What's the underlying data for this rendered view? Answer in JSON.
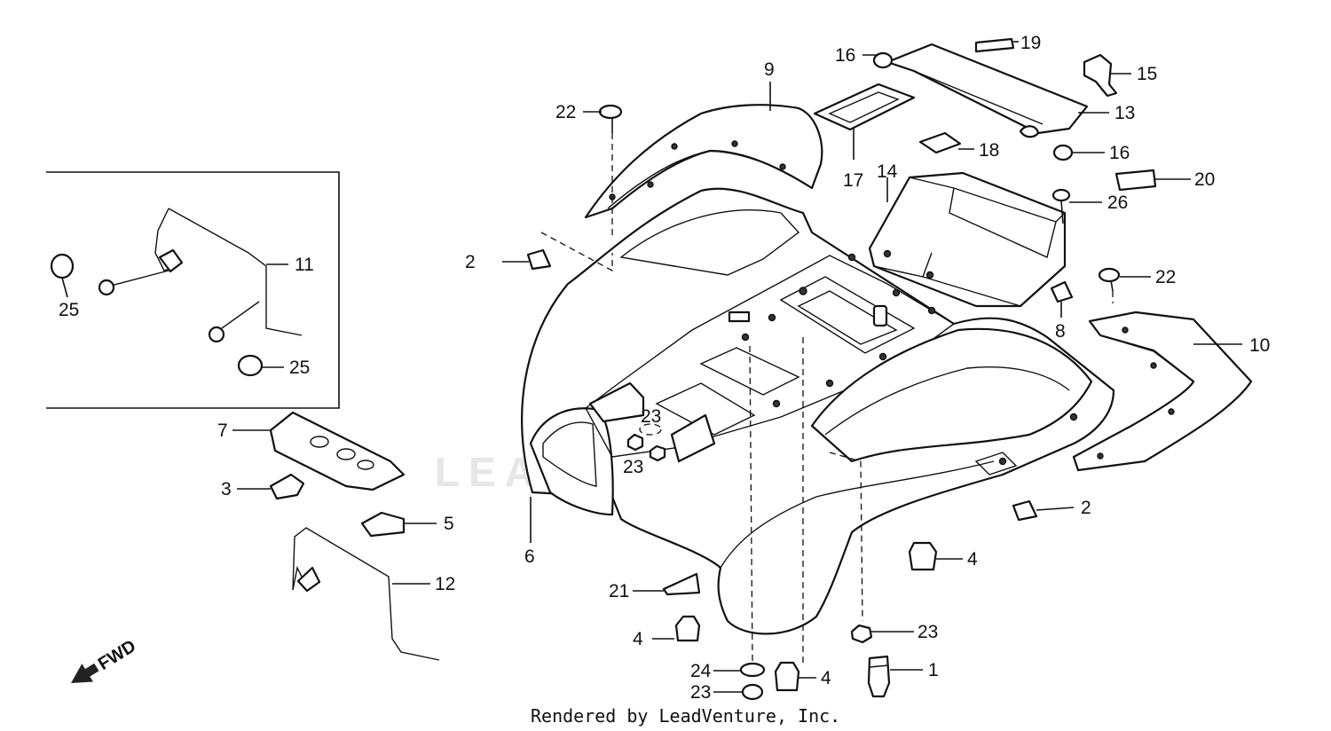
{
  "watermark": "LEADVENTURE",
  "footer": "Rendered by LeadVenture, Inc.",
  "fwd_label": "FWD",
  "callouts": [
    {
      "id": "c1",
      "text": "1"
    },
    {
      "id": "c2a",
      "text": "2"
    },
    {
      "id": "c2b",
      "text": "2"
    },
    {
      "id": "c3",
      "text": "3"
    },
    {
      "id": "c4a",
      "text": "4"
    },
    {
      "id": "c4b",
      "text": "4"
    },
    {
      "id": "c4c",
      "text": "4"
    },
    {
      "id": "c5",
      "text": "5"
    },
    {
      "id": "c6",
      "text": "6"
    },
    {
      "id": "c7",
      "text": "7"
    },
    {
      "id": "c8",
      "text": "8"
    },
    {
      "id": "c9",
      "text": "9"
    },
    {
      "id": "c10",
      "text": "10"
    },
    {
      "id": "c11",
      "text": "11"
    },
    {
      "id": "c12",
      "text": "12"
    },
    {
      "id": "c13",
      "text": "13"
    },
    {
      "id": "c14",
      "text": "14"
    },
    {
      "id": "c15",
      "text": "15"
    },
    {
      "id": "c16a",
      "text": "16"
    },
    {
      "id": "c16b",
      "text": "16"
    },
    {
      "id": "c17",
      "text": "17"
    },
    {
      "id": "c18",
      "text": "18"
    },
    {
      "id": "c19",
      "text": "19"
    },
    {
      "id": "c20",
      "text": "20"
    },
    {
      "id": "c21",
      "text": "21"
    },
    {
      "id": "c22a",
      "text": "22"
    },
    {
      "id": "c22b",
      "text": "22"
    },
    {
      "id": "c23a",
      "text": "23"
    },
    {
      "id": "c23b",
      "text": "23"
    },
    {
      "id": "c23c",
      "text": "23"
    },
    {
      "id": "c23d",
      "text": "23"
    },
    {
      "id": "c24",
      "text": "24"
    },
    {
      "id": "c25a",
      "text": "25"
    },
    {
      "id": "c25b",
      "text": "25"
    },
    {
      "id": "c26",
      "text": "26"
    }
  ]
}
